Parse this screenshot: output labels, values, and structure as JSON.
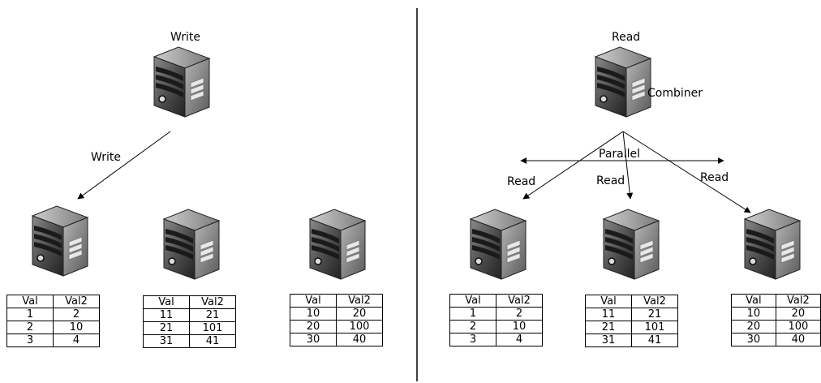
{
  "left_panel": {
    "write_top_label": "Write",
    "write_arrow_label": "Write",
    "tables": [
      {
        "headers": [
          "Val",
          "Val2"
        ],
        "rows": [
          [
            "1",
            "2"
          ],
          [
            "2",
            "10"
          ],
          [
            "3",
            "4"
          ]
        ]
      },
      {
        "headers": [
          "Val",
          "Val2"
        ],
        "rows": [
          [
            "11",
            "21"
          ],
          [
            "21",
            "101"
          ],
          [
            "31",
            "41"
          ]
        ]
      },
      {
        "headers": [
          "Val",
          "Val2"
        ],
        "rows": [
          [
            "10",
            "20"
          ],
          [
            "20",
            "100"
          ],
          [
            "30",
            "40"
          ]
        ]
      }
    ]
  },
  "right_panel": {
    "read_top_label": "Read",
    "combiner_label": "Combiner",
    "parallel_label": "Parallel",
    "read_arrow_labels": [
      "Read",
      "Read",
      "Read"
    ],
    "tables": [
      {
        "headers": [
          "Val",
          "Val2"
        ],
        "rows": [
          [
            "1",
            "2"
          ],
          [
            "2",
            "10"
          ],
          [
            "3",
            "4"
          ]
        ]
      },
      {
        "headers": [
          "Val",
          "Val2"
        ],
        "rows": [
          [
            "11",
            "21"
          ],
          [
            "21",
            "101"
          ],
          [
            "31",
            "41"
          ]
        ]
      },
      {
        "headers": [
          "Val",
          "Val2"
        ],
        "rows": [
          [
            "10",
            "20"
          ],
          [
            "20",
            "100"
          ],
          [
            "30",
            "40"
          ]
        ]
      }
    ]
  },
  "icons": {
    "server": "server-database-icon"
  },
  "colors": {
    "server_dark": "#3a3a3a",
    "server_light": "#9a9a9a",
    "line": "#000000"
  }
}
